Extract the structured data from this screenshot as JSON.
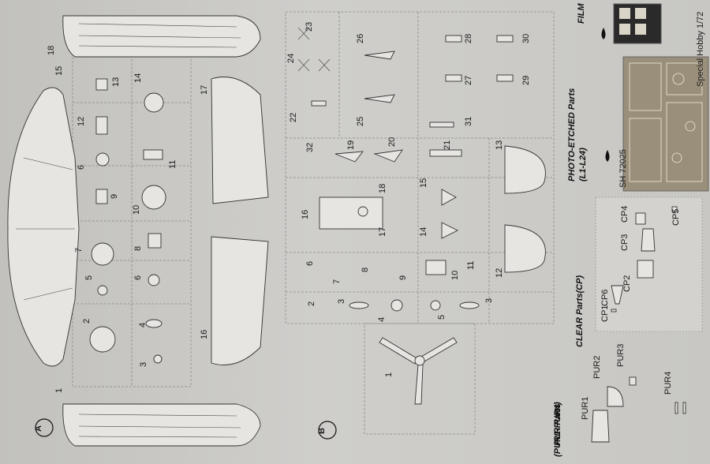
{
  "sprue_a": {
    "letter": "A",
    "part_numbers": [
      "1",
      "2",
      "3",
      "4",
      "5",
      "6",
      "7",
      "8",
      "9",
      "10",
      "11",
      "12",
      "13",
      "14",
      "15",
      "16",
      "17",
      "18",
      "6"
    ]
  },
  "sprue_b": {
    "letter": "B",
    "part_numbers": [
      "1",
      "2",
      "3",
      "4",
      "5",
      "3",
      "6",
      "7",
      "8",
      "9",
      "10",
      "11",
      "12",
      "13",
      "14",
      "15",
      "16",
      "17",
      "18",
      "19",
      "20",
      "21",
      "22",
      "23",
      "24",
      "25",
      "26",
      "27",
      "28",
      "29",
      "30",
      "31",
      "32",
      "6"
    ]
  },
  "pur": {
    "title": "PUR Parts",
    "subtitle": "(PUR1-PUR4)",
    "labels": [
      "PUR1",
      "PUR2",
      "PUR3",
      "PUR4"
    ]
  },
  "clear": {
    "title": "CLEAR Parts(CP)",
    "labels": [
      "CP1",
      "CP2",
      "CP3",
      "CP4",
      "CP5",
      "CP6"
    ]
  },
  "photo_etched": {
    "title": "PHOTO-ETCHED Parts",
    "subtitle": "(L1-L24)",
    "fret_text": "Special Hobby 1/72",
    "fret_code": "SH 72025"
  },
  "film": {
    "title": "FILM"
  },
  "colors": {
    "paper": "#c9c8c4",
    "ink": "#1a1a1a",
    "part_fill": "#e6e5e2"
  }
}
